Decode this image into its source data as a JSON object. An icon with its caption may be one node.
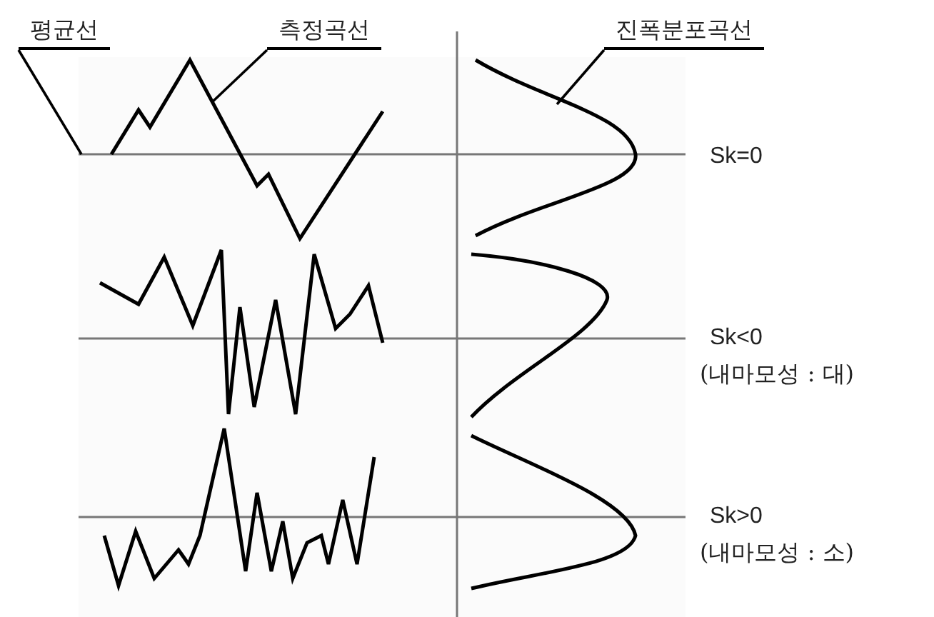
{
  "diagram": {
    "nodes": [
      {
        "text": [
          "평균선"
        ]
      },
      {
        "text": [
          "측정곡선"
        ]
      },
      {
        "text": [
          "진폭분포곡선"
        ]
      },
      {
        "text": [],
        "shape": "line"
      },
      {
        "text": [],
        "shape": "curve"
      },
      {
        "text": [],
        "shape": "curve"
      }
    ],
    "edges": [
      {
        "from": 0,
        "to": 3,
        "arrow": "none"
      },
      {
        "from": 1,
        "to": 4,
        "arrow": "none"
      },
      {
        "from": 2,
        "to": 5,
        "arrow": "none"
      }
    ],
    "labels": [
      "Sk=0",
      "Sk<0",
      "(내마모성 : 대)",
      "Sk>0",
      "(내마모성 : 소)"
    ]
  }
}
